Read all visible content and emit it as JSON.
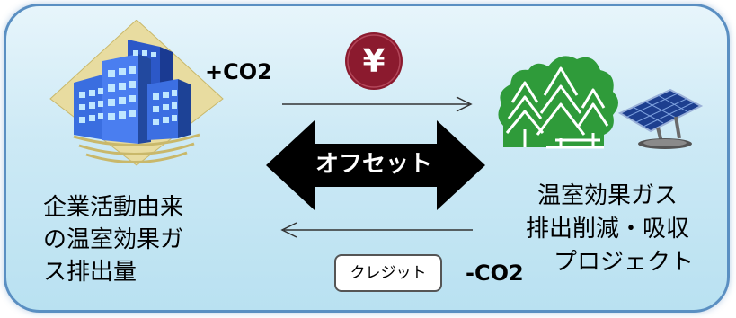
{
  "left_label_lines": [
    "企業活動由来",
    "の温室効果ガ",
    "ス排出量"
  ],
  "right_label_lines": [
    "温室効果ガス",
    "排出削減・吸収",
    "プロジェクト"
  ],
  "plus_co2": "+CO2",
  "minus_co2": "-CO2",
  "offset_label": "オフセット",
  "credit_label": "クレジット",
  "yen_symbol": "¥",
  "icons": {
    "building": "office-building-icon",
    "yen": "yen-coin-icon",
    "forest": "forest-icon",
    "solar": "solar-panel-icon"
  },
  "colors": {
    "panel_border": "#5a8fc2",
    "panel_fill": "#cce9f5",
    "yen_coin": "#8b1a2e",
    "forest": "#2f9b3a",
    "offset_arrow": "#000000"
  }
}
